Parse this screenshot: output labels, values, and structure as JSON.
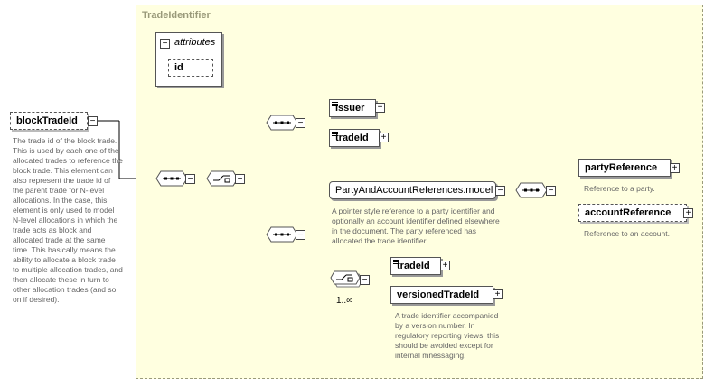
{
  "complex_type": {
    "title": "TradeIdentifier"
  },
  "root_element": {
    "label": "blockTradeId",
    "description": "The trade id of the block trade. This is used by each one of the allocated trades to reference the block trade. This element can also represent the trade id of the parent trade for N-level allocations. In the case, this element is only used to model N-level allocations in which the trade acts as block and allocated trade at the same time. This basically means the ability to allocate a block trade to multiple allocation trades, and then allocate these in turn to other allocation trades (and so on if desired)."
  },
  "attributes": {
    "title": "attributes",
    "items": [
      "id"
    ]
  },
  "sequence_a": {
    "elements": [
      "issuer",
      "tradeId"
    ]
  },
  "group": {
    "label": "PartyAndAccountReferences.model",
    "description": "A pointer style reference to a party identifier and optionally an account identifier defined elsewhere in the document. The party referenced has allocated the trade identifier."
  },
  "party_reference": {
    "label": "partyReference",
    "description": "Reference to a party."
  },
  "account_reference": {
    "label": "accountReference",
    "description": "Reference to an account."
  },
  "choice_b": {
    "occurrence": "1..∞",
    "elements": [
      "tradeId",
      "versionedTradeId"
    ],
    "versioned_description": "A trade identifier accompanied by a version number. In regulatory reporting views, this should be avoided except for internal mnessaging."
  },
  "icons": [
    "collapse-icon",
    "expand-icon",
    "sequence-icon",
    "choice-icon",
    "documentation-icon"
  ]
}
